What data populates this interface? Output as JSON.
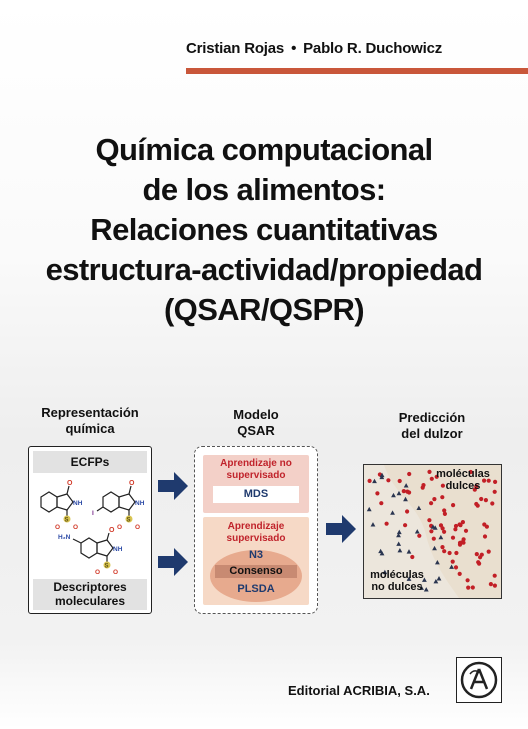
{
  "authors": [
    "Cristian Rojas",
    "Pablo R. Duchowicz"
  ],
  "author_separator": "•",
  "title_lines": [
    "Química computacional",
    "de los alimentos:",
    "Relaciones cuantitativas",
    "estructura-actividad/propiedad",
    "(QSAR/QSPR)"
  ],
  "diagram": {
    "col1_head": [
      "Representación",
      "química"
    ],
    "col2_head": [
      "Modelo",
      "QSAR"
    ],
    "col3_head": [
      "Predicción",
      "del dulzor"
    ],
    "ecfps": "ECFPs",
    "descriptors": [
      "Descriptores",
      "moleculares"
    ],
    "unsup": [
      "Aprendizaje no",
      "supervisado"
    ],
    "mds": "MDS",
    "sup": [
      "Aprendizaje",
      "supervisado"
    ],
    "n3": "N3",
    "consenso": "Consenso",
    "plsda": "PLSDA",
    "sweet": [
      "moléculas",
      "dulces"
    ],
    "nonsweet": [
      "moléculas",
      "no dulces"
    ],
    "chem_labels": {
      "o": "O",
      "nh": "NH",
      "s": "S",
      "i": "I",
      "nh2": "H₂N"
    }
  },
  "colors": {
    "accent_rule": "#c9573a",
    "navy": "#1f3a6e",
    "red_text": "#c0232b",
    "sulfur": "#b8a33a",
    "oxygen": "#d23b2a",
    "nitrogen": "#2c4aa6"
  },
  "publisher": "Editorial ACRIBIA, S.A."
}
